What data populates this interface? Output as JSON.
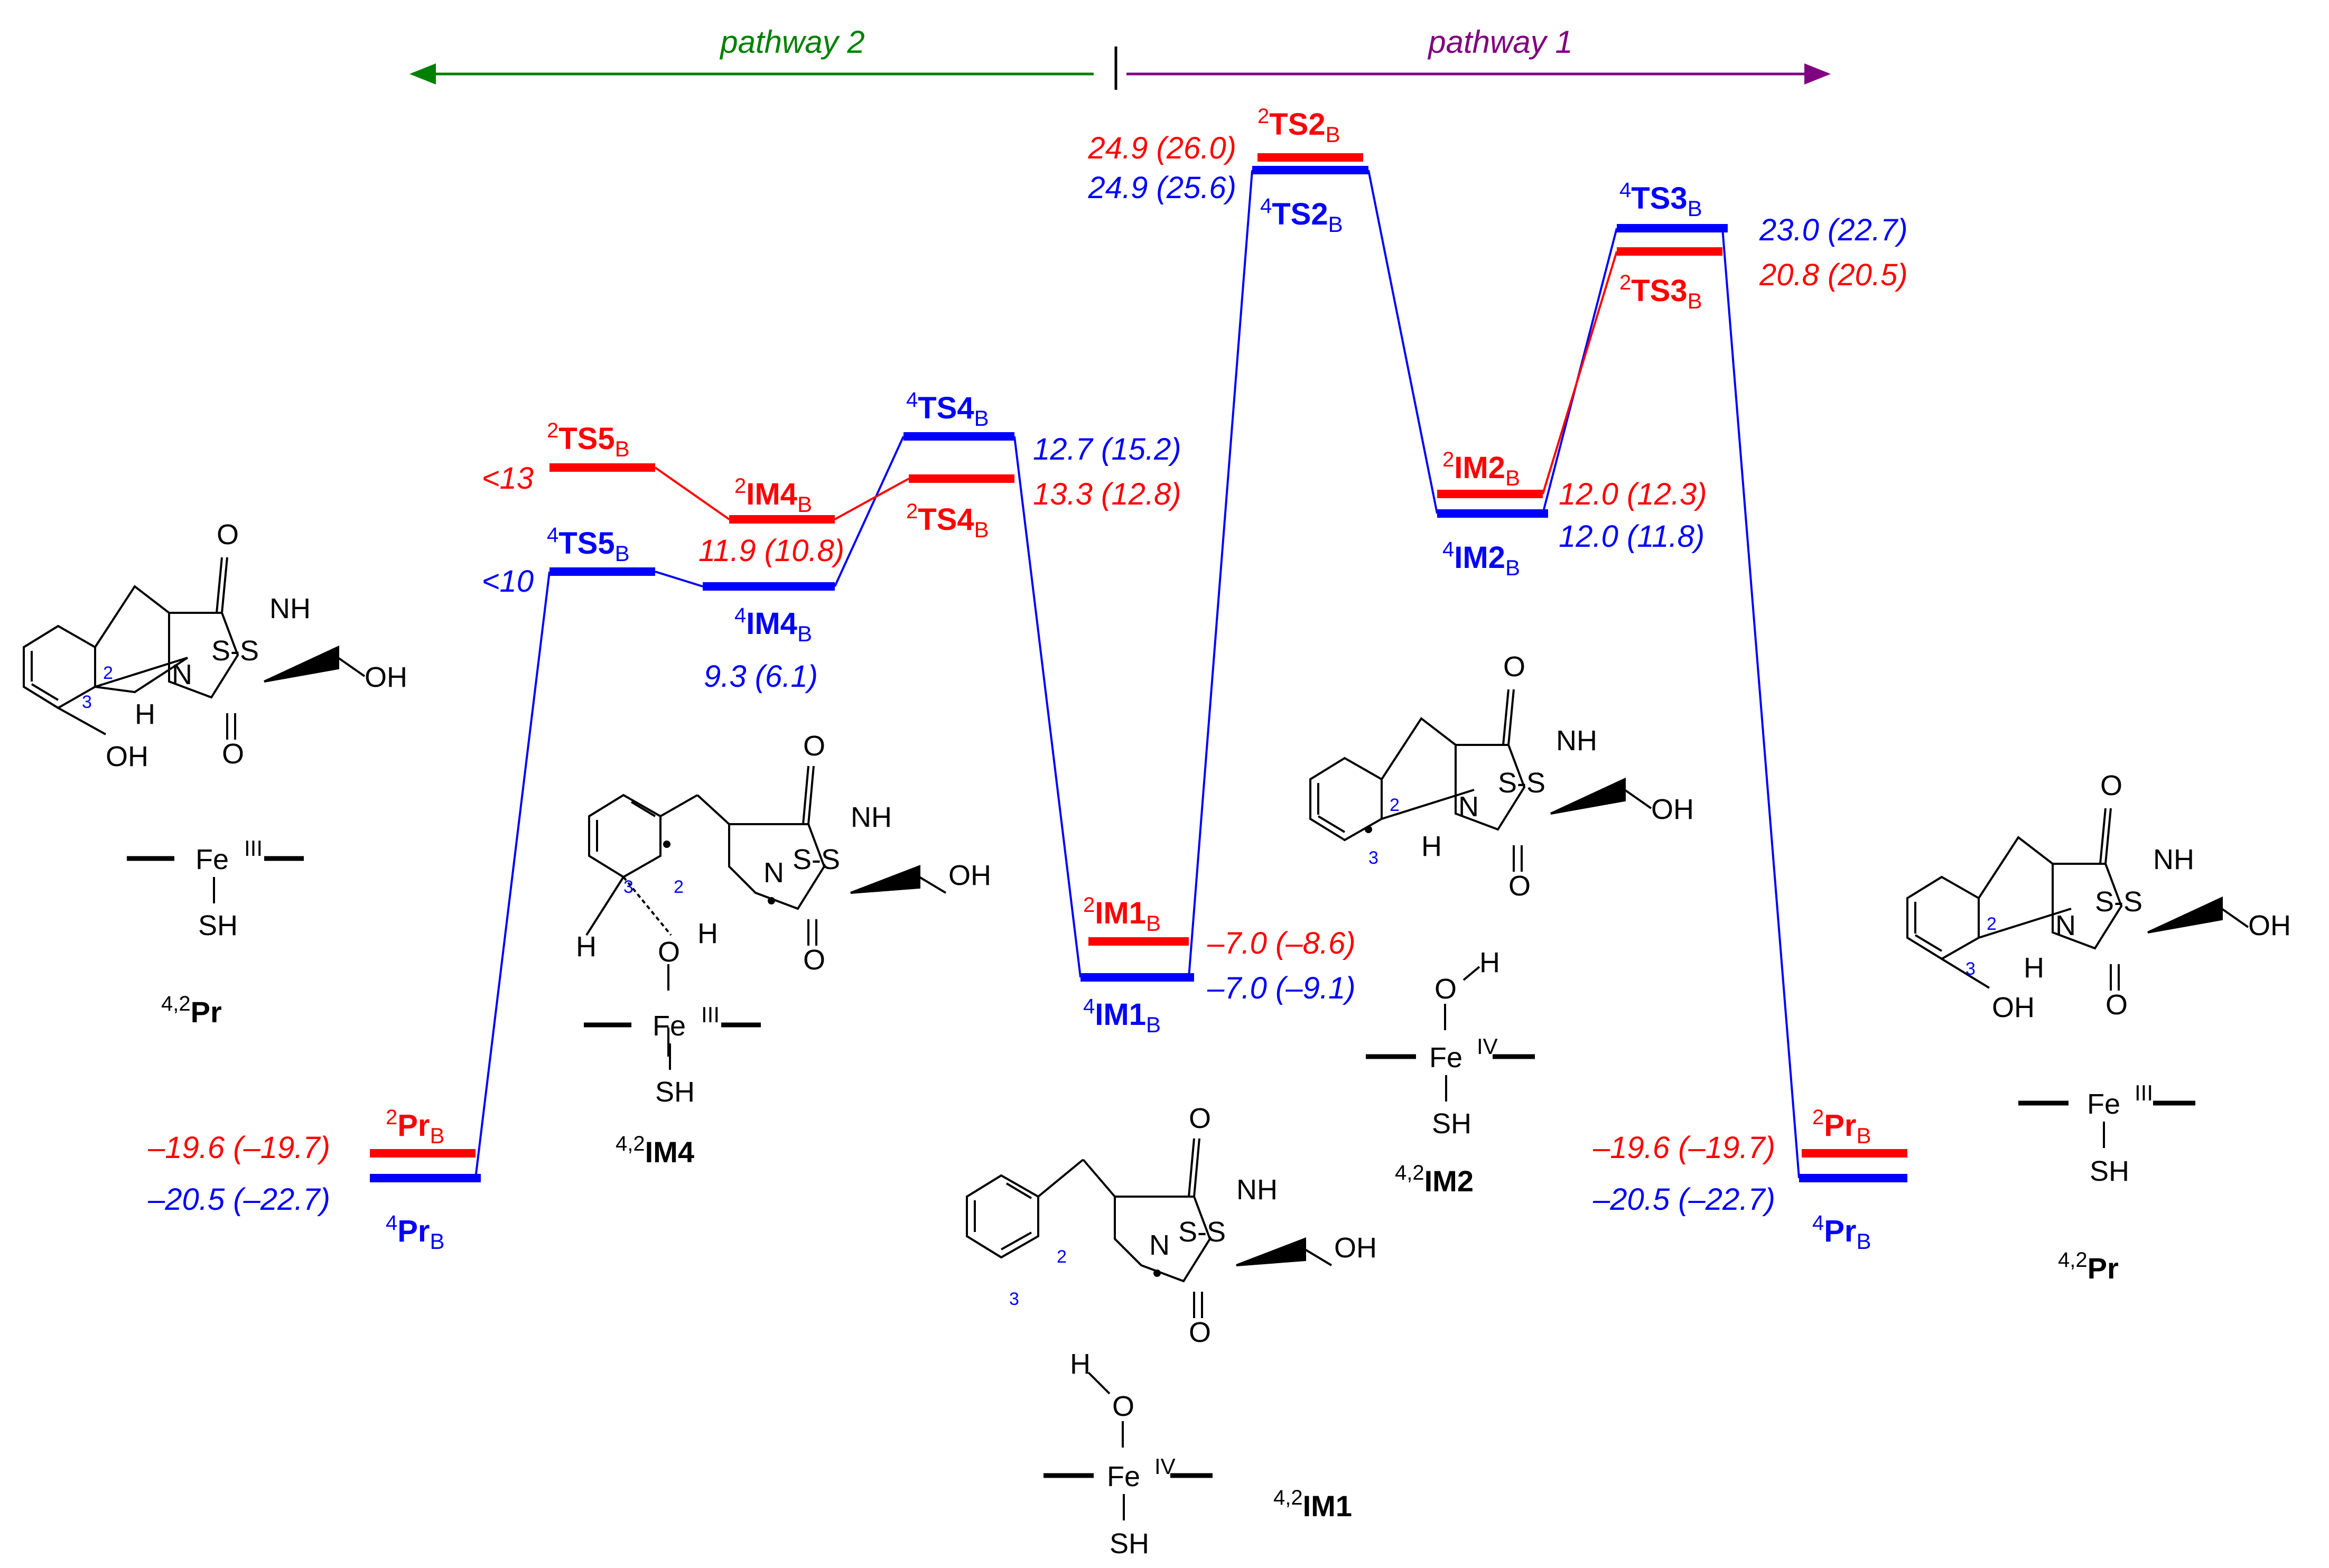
{
  "colors": {
    "doublet": "#ff0000",
    "quartet": "#0000ff",
    "pathway1": "#800080",
    "pathway2": "#008000",
    "structure": "#000000"
  },
  "pathways": {
    "pathway1": "pathway 1",
    "pathway2": "pathway 2"
  },
  "levels": {
    "pr_left": {
      "d_sup": "2",
      "q_sup": "4",
      "name": "Pr",
      "sub": "B",
      "d_value": "–19.6 (–19.7)",
      "q_value": "–20.5 (–22.7)"
    },
    "ts5": {
      "d_sup": "2",
      "q_sup": "4",
      "name": "TS5",
      "sub": "B",
      "d_value": "<13",
      "q_value": "<10"
    },
    "im4": {
      "d_sup": "2",
      "q_sup": "4",
      "name": "IM4",
      "sub": "B",
      "d_value": "11.9 (10.8)",
      "q_value": "9.3 (6.1)"
    },
    "ts4": {
      "d_sup": "2",
      "q_sup": "4",
      "name": "TS4",
      "sub": "B",
      "d_value": "13.3 (12.8)",
      "q_value": "12.7 (15.2)"
    },
    "im1": {
      "d_sup": "2",
      "q_sup": "4",
      "name": "IM1",
      "sub": "B",
      "d_value": "–7.0 (–8.6)",
      "q_value": "–7.0 (–9.1)"
    },
    "ts2": {
      "d_sup": "2",
      "q_sup": "4",
      "name": "TS2",
      "sub": "B",
      "d_value": "24.9 (26.0)",
      "q_value": "24.9 (25.6)"
    },
    "im2": {
      "d_sup": "2",
      "q_sup": "4",
      "name": "IM2",
      "sub": "B",
      "d_value": "12.0 (12.3)",
      "q_value": "12.0 (11.8)"
    },
    "ts3": {
      "d_sup": "2",
      "q_sup": "4",
      "name": "TS3",
      "sub": "B",
      "d_value": "20.8 (20.5)",
      "q_value": "23.0 (22.7)"
    },
    "pr_right": {
      "d_sup": "2",
      "q_sup": "4",
      "name": "Pr",
      "sub": "B",
      "d_value": "–19.6 (–19.7)",
      "q_value": "–20.5 (–22.7)"
    }
  },
  "structures": {
    "pr_left": {
      "sup": "4,2",
      "name": "Pr"
    },
    "im4": {
      "sup": "4,2",
      "name": "IM4"
    },
    "im1": {
      "sup": "4,2",
      "name": "IM1"
    },
    "im2": {
      "sup": "4,2",
      "name": "IM2"
    },
    "pr_right": {
      "sup": "4,2",
      "name": "Pr"
    }
  },
  "atoms": {
    "O": "O",
    "NH": "NH",
    "N": "N",
    "SS": "S-S",
    "OH": "OH",
    "H": "H",
    "SH": "SH",
    "Fe": "Fe",
    "FeIII": "III",
    "FeIV": "IV",
    "n2": "2",
    "n3": "3"
  }
}
